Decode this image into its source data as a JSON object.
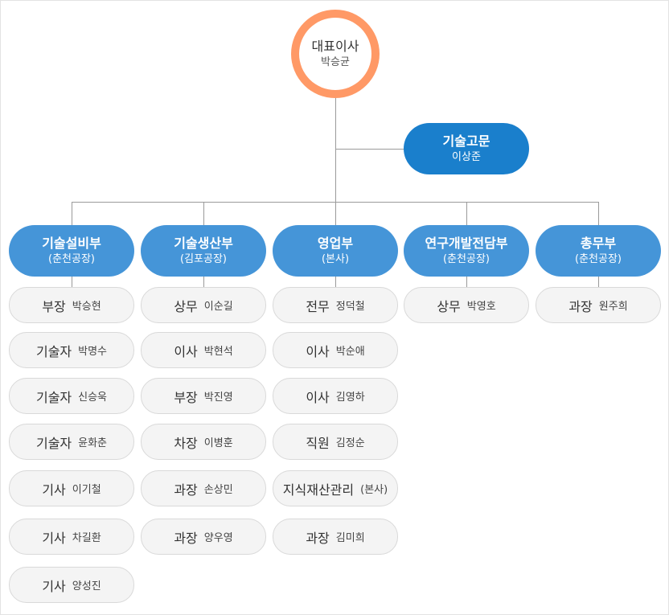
{
  "ceo": {
    "title": "대표이사",
    "name": "박승균"
  },
  "advisor": {
    "title": "기술고문",
    "name": "이상준"
  },
  "departments": [
    {
      "name": "기술설비부",
      "location": "(춘천공장)",
      "members": [
        {
          "role": "부장",
          "name": "박승현"
        },
        {
          "role": "기술자",
          "name": "박명수"
        },
        {
          "role": "기술자",
          "name": "신승욱"
        },
        {
          "role": "기술자",
          "name": "윤화춘"
        },
        {
          "role": "기사",
          "name": "이기철"
        },
        {
          "role": "기사",
          "name": "차길환"
        },
        {
          "role": "기사",
          "name": "양성진"
        }
      ]
    },
    {
      "name": "기술생산부",
      "location": "(김포공장)",
      "members": [
        {
          "role": "상무",
          "name": "이순길"
        },
        {
          "role": "이사",
          "name": "박현석"
        },
        {
          "role": "부장",
          "name": "박진영"
        },
        {
          "role": "차장",
          "name": "이병훈"
        },
        {
          "role": "과장",
          "name": "손상민"
        },
        {
          "role": "과장",
          "name": "양우영"
        }
      ]
    },
    {
      "name": "영업부",
      "location": "(본사)",
      "members": [
        {
          "role": "전무",
          "name": "정덕철"
        },
        {
          "role": "이사",
          "name": "박순애"
        },
        {
          "role": "이사",
          "name": "김영하"
        },
        {
          "role": "직원",
          "name": "김정순"
        },
        {
          "role": "지식재산관리",
          "name": "(본사)"
        },
        {
          "role": "과장",
          "name": "김미희"
        }
      ]
    },
    {
      "name": "연구개발전담부",
      "location": "(춘천공장)",
      "members": [
        {
          "role": "상무",
          "name": "박영호"
        }
      ]
    },
    {
      "name": "총무부",
      "location": "(춘천공장)",
      "members": [
        {
          "role": "과장",
          "name": "원주희"
        }
      ]
    }
  ],
  "colors": {
    "ceo_ring": "#ff9966",
    "advisor": "#1a7fcc",
    "department": "#4595d8",
    "member_bg": "#f4f4f4",
    "connector": "#9a9a9a"
  }
}
